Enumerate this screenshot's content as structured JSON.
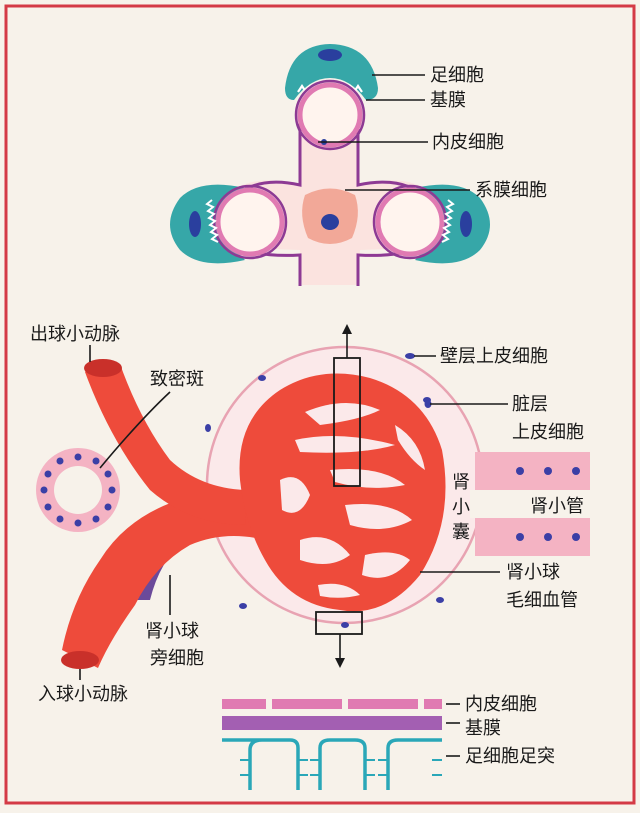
{
  "colors": {
    "frame": "#d43a46",
    "background": "#f7f2ea",
    "podocyte": "#36a7a8",
    "podocyte_nucleus": "#2a3f9e",
    "basement": "#8d3a94",
    "endothelium": "#e07ab2",
    "capillary_lumen": "#fff4ee",
    "mesangial": "#f2a898",
    "vessel": "#ee4b3b",
    "vessel_dark": "#c9302a",
    "capsule_fill": "#fbe9ea",
    "capsule_line": "#e8a3b2",
    "tubule": "#f4b3c3",
    "nucleus": "#3b3fa6",
    "juxta": "#6b4a9a",
    "foot_process": "#2aa7b8",
    "text": "#1a1a1a"
  },
  "top_labels": {
    "podocyte": "足细胞",
    "basement_membrane": "基膜",
    "endothelial_cell": "内皮细胞",
    "mesangial_cell": "系膜细胞"
  },
  "middle_labels": {
    "efferent_arteriole": "出球小动脉",
    "macula_densa": "致密斑",
    "parietal_epithelium": "壁层上皮细胞",
    "visceral_layer": "脏层",
    "visceral_epithelium": "上皮细胞",
    "renal_capsule": [
      "肾",
      "小",
      "囊"
    ],
    "renal_tubule": "肾小管",
    "glomerulus": "肾小球",
    "capillary": "毛细血管",
    "juxtaglomerular_top": "肾小球",
    "juxtaglomerular_bottom": "旁细胞",
    "afferent_arteriole": "入球小动脉"
  },
  "bottom_labels": {
    "endothelial_cell": "内皮细胞",
    "basement_membrane": "基膜",
    "foot_process": "足细胞足突"
  }
}
